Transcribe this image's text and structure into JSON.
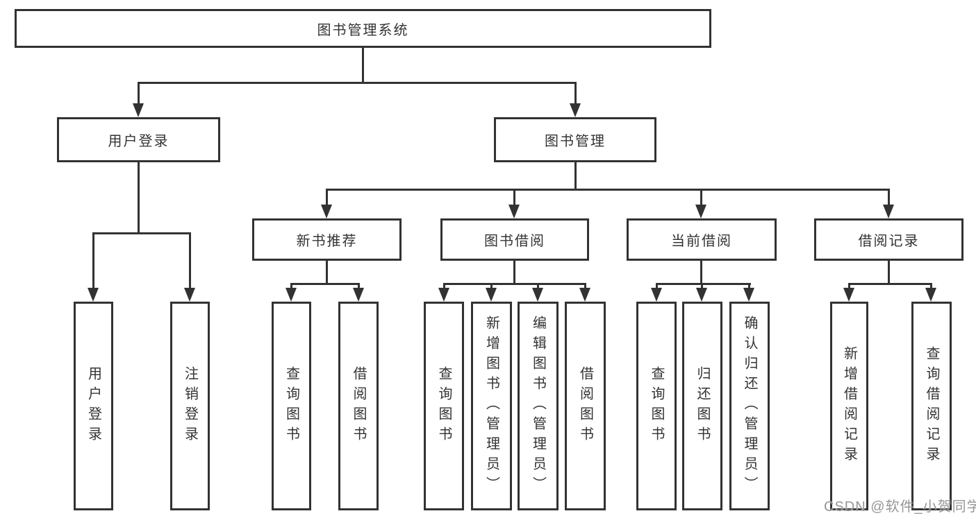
{
  "colors": {
    "line": "#323232",
    "node_border": "#323232",
    "text": "#333333",
    "background": "#ffffff",
    "watermark": "#969696"
  },
  "tree": {
    "root": {
      "label": "图书管理系统"
    },
    "branches": [
      {
        "label": "用户登录",
        "children": [
          {
            "label": "用户登录"
          },
          {
            "label": "注销登录"
          }
        ]
      },
      {
        "label": "图书管理",
        "children": [
          {
            "label": "新书推荐",
            "children": [
              {
                "label": "查询图书"
              },
              {
                "label": "借阅图书"
              }
            ]
          },
          {
            "label": "图书借阅",
            "children": [
              {
                "label": "查询图书"
              },
              {
                "label": "新增图书（管理员）"
              },
              {
                "label": "编辑图书（管理员）"
              },
              {
                "label": "借阅图书"
              }
            ]
          },
          {
            "label": "当前借阅",
            "children": [
              {
                "label": "查询图书"
              },
              {
                "label": "归还图书"
              },
              {
                "label": "确认归还（管理员）"
              }
            ]
          },
          {
            "label": "借阅记录",
            "children": [
              {
                "label": "新增借阅记录"
              },
              {
                "label": "查询借阅记录"
              }
            ]
          }
        ]
      }
    ]
  },
  "watermark": {
    "text": "CSDN @软件_小贺同学"
  }
}
